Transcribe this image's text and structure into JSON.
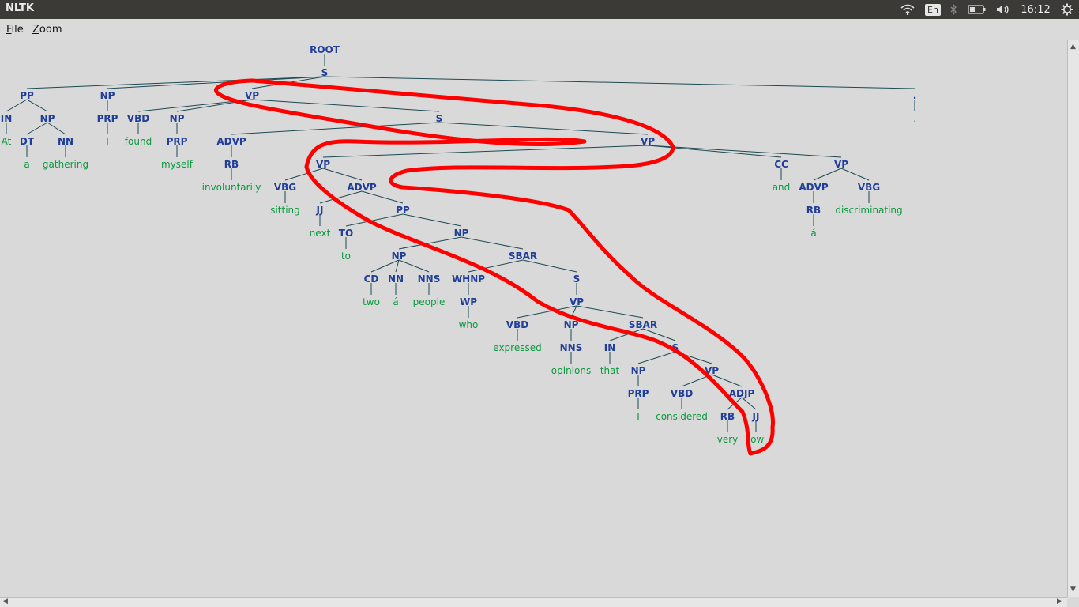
{
  "window": {
    "title": "NLTK"
  },
  "tray": {
    "keyboard": "En",
    "clock": "16:12"
  },
  "menu": [
    {
      "label": "File",
      "mnemonic": "F",
      "rest": "ile"
    },
    {
      "label": "Zoom",
      "mnemonic": "Z",
      "rest": "oom"
    }
  ],
  "tree": {
    "nodes": [
      {
        "id": "root",
        "t": "ROOT"
      },
      {
        "id": "s",
        "t": "S"
      },
      {
        "id": "pp1",
        "t": "PP"
      },
      {
        "id": "in1",
        "t": "IN"
      },
      {
        "id": "w_at",
        "t": "At",
        "w": 1
      },
      {
        "id": "np1",
        "t": "NP"
      },
      {
        "id": "dt1",
        "t": "DT"
      },
      {
        "id": "w_a",
        "t": "a",
        "w": 1
      },
      {
        "id": "nn1",
        "t": "NN"
      },
      {
        "id": "w_gathering",
        "t": "gathering",
        "w": 1
      },
      {
        "id": "np2",
        "t": "NP"
      },
      {
        "id": "prp1",
        "t": "PRP"
      },
      {
        "id": "w_i1",
        "t": "I",
        "w": 1
      },
      {
        "id": "vp1",
        "t": "VP"
      },
      {
        "id": "vbd1",
        "t": "VBD"
      },
      {
        "id": "w_found",
        "t": "found",
        "w": 1
      },
      {
        "id": "np3",
        "t": "NP"
      },
      {
        "id": "prp2",
        "t": "PRP"
      },
      {
        "id": "w_myself",
        "t": "myself",
        "w": 1
      },
      {
        "id": "s2",
        "t": "S"
      },
      {
        "id": "advp1",
        "t": "ADVP"
      },
      {
        "id": "rb1",
        "t": "RB"
      },
      {
        "id": "w_invol",
        "t": "involuntarily",
        "w": 1
      },
      {
        "id": "vp2",
        "t": "VP"
      },
      {
        "id": "vp3",
        "t": "VP"
      },
      {
        "id": "vbg1",
        "t": "VBG"
      },
      {
        "id": "w_sitting",
        "t": "sitting",
        "w": 1
      },
      {
        "id": "advp2",
        "t": "ADVP"
      },
      {
        "id": "jj1",
        "t": "JJ"
      },
      {
        "id": "w_next",
        "t": "next",
        "w": 1
      },
      {
        "id": "pp2",
        "t": "PP"
      },
      {
        "id": "to1",
        "t": "TO"
      },
      {
        "id": "w_to",
        "t": "to",
        "w": 1
      },
      {
        "id": "np4",
        "t": "NP"
      },
      {
        "id": "np5",
        "t": "NP"
      },
      {
        "id": "cd1",
        "t": "CD"
      },
      {
        "id": "w_two",
        "t": "two",
        "w": 1
      },
      {
        "id": "nn2",
        "t": "NN"
      },
      {
        "id": "w_a2",
        "t": "á",
        "w": 1
      },
      {
        "id": "nns1",
        "t": "NNS"
      },
      {
        "id": "w_people",
        "t": "people",
        "w": 1
      },
      {
        "id": "sbar1",
        "t": "SBAR"
      },
      {
        "id": "whnp1",
        "t": "WHNP"
      },
      {
        "id": "wp1",
        "t": "WP"
      },
      {
        "id": "w_who",
        "t": "who",
        "w": 1
      },
      {
        "id": "s3",
        "t": "S"
      },
      {
        "id": "vp4",
        "t": "VP"
      },
      {
        "id": "vbd2",
        "t": "VBD"
      },
      {
        "id": "w_expressed",
        "t": "expressed",
        "w": 1
      },
      {
        "id": "np6",
        "t": "NP"
      },
      {
        "id": "nns2",
        "t": "NNS"
      },
      {
        "id": "w_opinions",
        "t": "opinions",
        "w": 1
      },
      {
        "id": "sbar2",
        "t": "SBAR"
      },
      {
        "id": "in2",
        "t": "IN"
      },
      {
        "id": "w_that",
        "t": "that",
        "w": 1
      },
      {
        "id": "s4",
        "t": "S"
      },
      {
        "id": "np7",
        "t": "NP"
      },
      {
        "id": "prp3",
        "t": "PRP"
      },
      {
        "id": "w_i2",
        "t": "I",
        "w": 1
      },
      {
        "id": "vp5",
        "t": "VP"
      },
      {
        "id": "vbd3",
        "t": "VBD"
      },
      {
        "id": "w_considered",
        "t": "considered",
        "w": 1
      },
      {
        "id": "adjp1",
        "t": "ADJP"
      },
      {
        "id": "rb2",
        "t": "RB"
      },
      {
        "id": "w_very",
        "t": "very",
        "w": 1
      },
      {
        "id": "jj2",
        "t": "JJ"
      },
      {
        "id": "w_low",
        "t": "low",
        "w": 1
      },
      {
        "id": "cc1",
        "t": "CC"
      },
      {
        "id": "w_and",
        "t": "and",
        "w": 1
      },
      {
        "id": "vp6",
        "t": "VP"
      },
      {
        "id": "advp3",
        "t": "ADVP"
      },
      {
        "id": "rb3",
        "t": "RB"
      },
      {
        "id": "w_a3",
        "t": "á",
        "w": 1
      },
      {
        "id": "vbg2",
        "t": "VBG"
      },
      {
        "id": "w_discr",
        "t": "discriminating",
        "w": 1
      },
      {
        "id": "punct",
        "t": "."
      },
      {
        "id": "w_dot",
        "t": ".",
        "w": 1
      }
    ]
  },
  "annotation_color": "#ff0000"
}
